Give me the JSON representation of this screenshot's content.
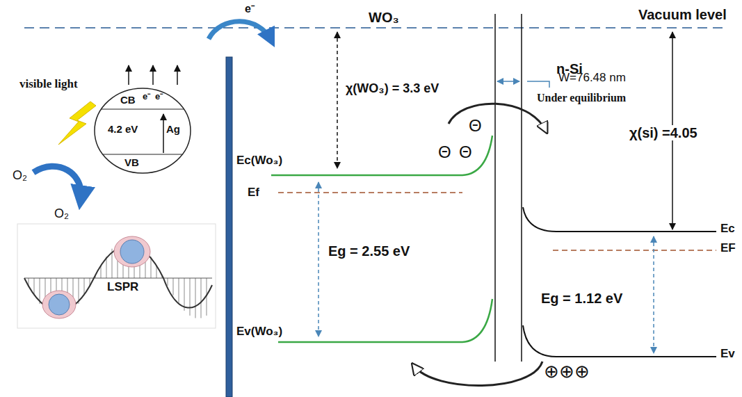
{
  "diagram": {
    "nodes": [
      {
        "text": [
          "CB",
          "e⁻",
          "e⁻",
          "4.2 eV",
          "Ag",
          "VB"
        ]
      }
    ],
    "labels": [
      "Vacuum level",
      "WO₃",
      "n-Si",
      "χ(WO₃) = 3.3 eV",
      "W=76.48 nm",
      "Under equilibrium",
      "χ(si) =4.05",
      "visible light",
      "e⁻",
      "O₂",
      "O₂",
      "Ec(Wo₃)",
      "Ef",
      "Eg = 2.55 eV",
      "Ev(Wo₃)",
      "Θ",
      "Θ",
      "Θ",
      "⊕⊕⊕",
      "Ec",
      "EF",
      "Eg = 1.12 eV",
      "Ev",
      "LSPR"
    ]
  }
}
